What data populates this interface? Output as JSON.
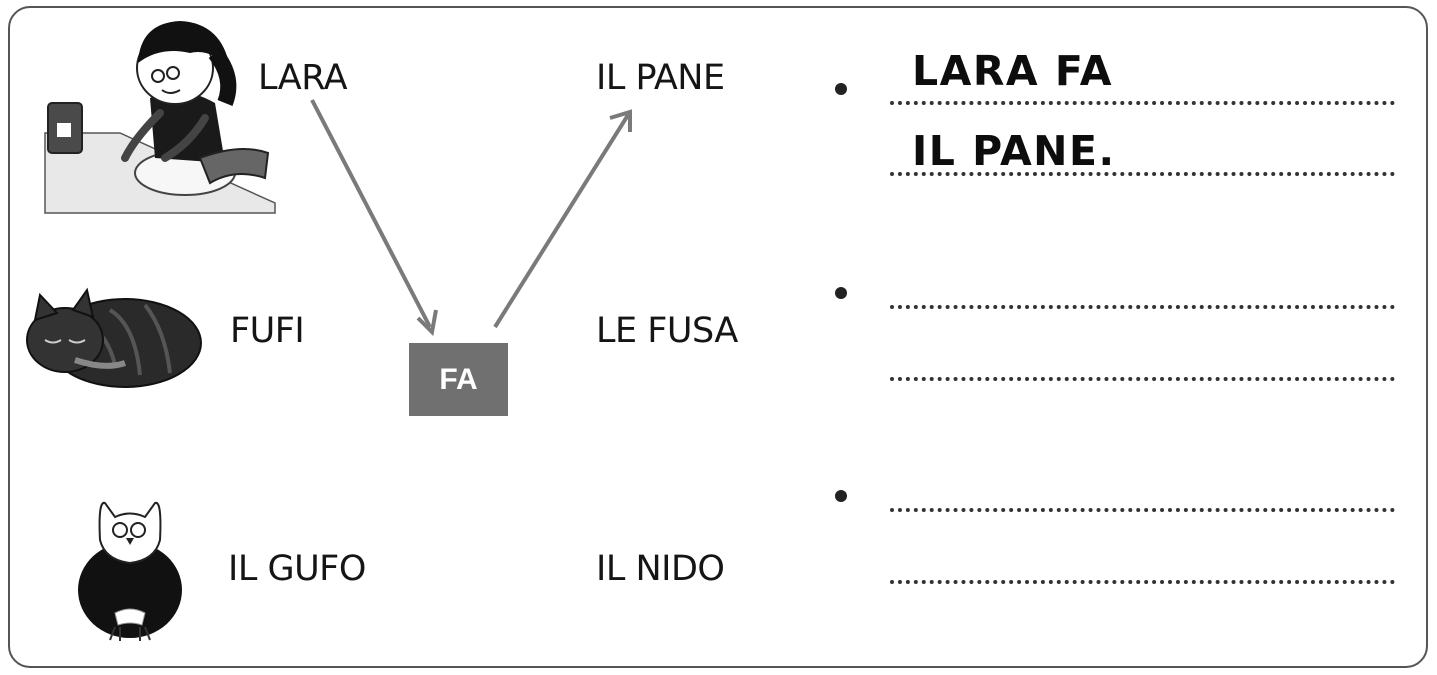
{
  "subjects": [
    "LARA",
    "FUFI",
    "IL GUFO"
  ],
  "verb": "FA",
  "objects": [
    "IL PANE",
    "LE FUSA",
    "IL NIDO"
  ],
  "answers": {
    "first": [
      "LARA FA",
      "IL PANE."
    ]
  },
  "illustrations": {
    "girl": "girl-kneading-dough-icon",
    "cat": "sleeping-cat-icon",
    "owl": "owl-icon"
  },
  "colors": {
    "arrow": "#7a7a7a",
    "verb_box": "#707070"
  }
}
